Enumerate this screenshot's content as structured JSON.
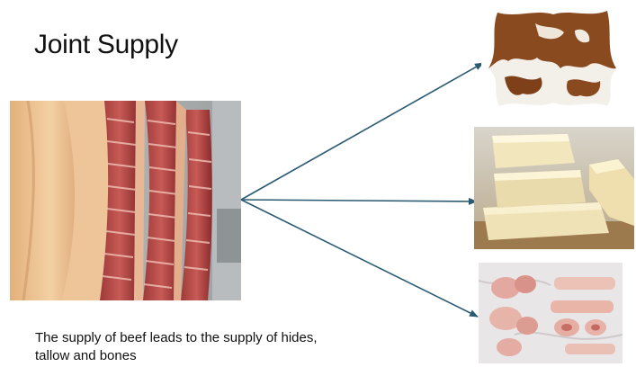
{
  "slide": {
    "title": "Joint Supply",
    "caption_line1": "The supply of beef leads to the supply of hides,",
    "caption_line2": "tallow and bones"
  },
  "colors": {
    "arrow": "#2b5b73",
    "background": "#ffffff",
    "text": "#111111"
  },
  "images": {
    "source": "beef-carcass-photo",
    "outputs": [
      "cowhide-photo",
      "tallow-photo",
      "bones-photo"
    ]
  }
}
